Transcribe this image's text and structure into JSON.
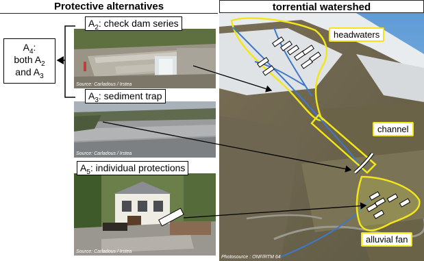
{
  "headers": {
    "left": "Protective alternatives",
    "right": "torrential watershed"
  },
  "alternatives": {
    "a2": {
      "label_main": "A",
      "label_sub": "2",
      "label_text": ": check dam series",
      "source": "Source: Carladous / Irstea"
    },
    "a3": {
      "label_main": "A",
      "label_sub": "3",
      "label_text": ": sediment trap",
      "source": "Source: Carladous / Irstea"
    },
    "a5": {
      "label_main": "A",
      "label_sub": "5",
      "label_text": ": individual protections",
      "source": "Source: Carladous / Irstea"
    },
    "a4": {
      "line1": "A",
      "line1_sub": "4",
      "line1_suffix": ":",
      "line2": "both A",
      "line2_sub": "2",
      "line3": "and A",
      "line3_sub": "3"
    }
  },
  "watershed": {
    "zones": {
      "headwaters": "headwaters",
      "channel": "channel",
      "alluvial_fan": "alluvial fan"
    },
    "photo_source": "Photosource : ONF/RTM 64"
  },
  "colors": {
    "zone_outline": "#f2e51a",
    "stream": "#3f78c8",
    "arrow": "#000000"
  }
}
